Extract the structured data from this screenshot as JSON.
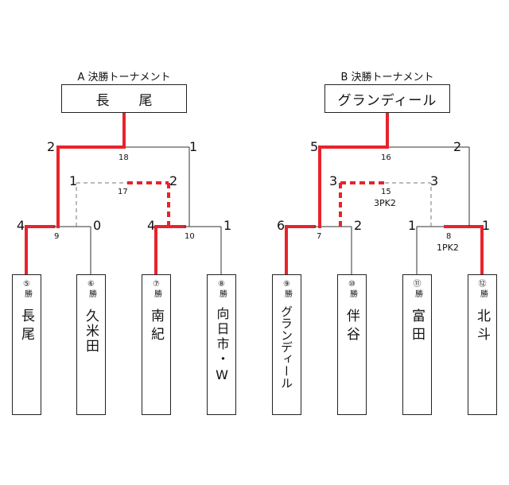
{
  "colors": {
    "winner": "#e8232b",
    "line": "#333333",
    "dashed": "#777777"
  },
  "brackets": [
    {
      "id": "A",
      "caption": "A 決勝トーナメント",
      "champion": "長　尾",
      "teams": [
        {
          "seed": "⑤",
          "win": "勝",
          "name": "長尾"
        },
        {
          "seed": "⑥",
          "win": "勝",
          "name": "久米田"
        },
        {
          "seed": "⑦",
          "win": "勝",
          "name": "南紀"
        },
        {
          "seed": "⑧",
          "win": "勝",
          "name": "向日市・W"
        }
      ],
      "matches": [
        {
          "no": "9",
          "score_left": "4",
          "score_right": "0",
          "winner": "left",
          "note": ""
        },
        {
          "no": "10",
          "score_left": "4",
          "score_right": "1",
          "winner": "left",
          "note": ""
        },
        {
          "no": "18",
          "score_left": "2",
          "score_right": "1",
          "winner": "left",
          "note": ""
        },
        {
          "no": "17",
          "score_left": "1",
          "score_right": "2",
          "winner": "right",
          "note": ""
        }
      ]
    },
    {
      "id": "B",
      "caption": "B 決勝トーナメント",
      "champion": "グランディール",
      "teams": [
        {
          "seed": "⑨",
          "win": "勝",
          "name": "グランディール"
        },
        {
          "seed": "⑩",
          "win": "勝",
          "name": "伴谷"
        },
        {
          "seed": "⑪",
          "win": "勝",
          "name": "富田"
        },
        {
          "seed": "⑫",
          "win": "勝",
          "name": "北斗"
        }
      ],
      "matches": [
        {
          "no": "7",
          "score_left": "6",
          "score_right": "2",
          "winner": "left",
          "note": ""
        },
        {
          "no": "8",
          "score_left": "1",
          "score_right": "1",
          "winner": "right",
          "note": "1PK2"
        },
        {
          "no": "16",
          "score_left": "5",
          "score_right": "2",
          "winner": "left",
          "note": ""
        },
        {
          "no": "15",
          "score_left": "3",
          "score_right": "3",
          "winner": "left",
          "note": "3PK2"
        }
      ]
    }
  ]
}
